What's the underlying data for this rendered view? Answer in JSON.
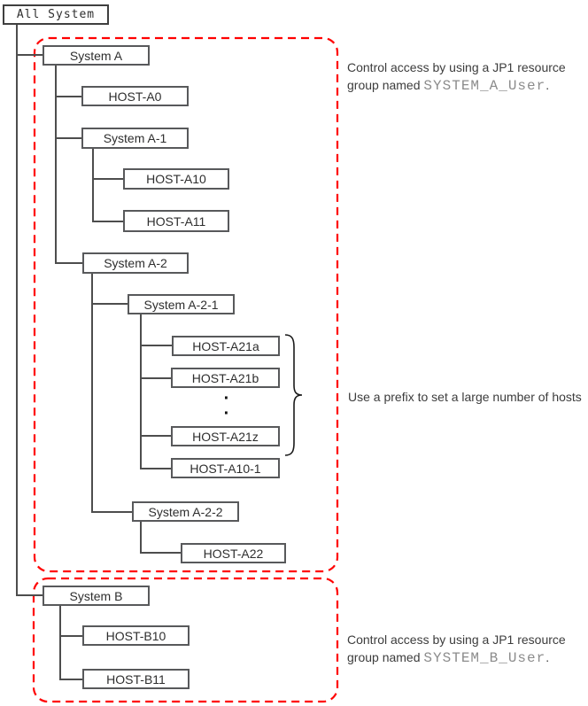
{
  "nodes": {
    "all_system": "All System",
    "system_a": "System A",
    "host_a0": "HOST-A0",
    "system_a1": "System A-1",
    "host_a10": "HOST-A10",
    "host_a11": "HOST-A11",
    "system_a2": "System A-2",
    "system_a21": "System A-2-1",
    "host_a21a": "HOST-A21a",
    "host_a21b": "HOST-A21b",
    "host_a21z": "HOST-A21z",
    "host_a10_1": "HOST-A10-1",
    "system_a22": "System A-2-2",
    "host_a22": "HOST-A22",
    "system_b": "System B",
    "host_b10": "HOST-B10",
    "host_b11": "HOST-B11"
  },
  "dots": [
    "·",
    "·"
  ],
  "annotations": {
    "group_a": {
      "text": "Control access by using a JP1 resource group named ",
      "code": "SYSTEM_A_User",
      "suffix": "."
    },
    "prefix_note": "Use a prefix to set a large number of hosts",
    "group_b": {
      "text": "Control access by using a JP1 resource group named ",
      "code": "SYSTEM_B_User",
      "suffix": "."
    }
  },
  "colors": {
    "group_outline_red": "#ff0000",
    "box_border_gray": "#58595b",
    "connector_gray": "#4d4d4d",
    "code_text_gray": "#8c8c8c"
  }
}
